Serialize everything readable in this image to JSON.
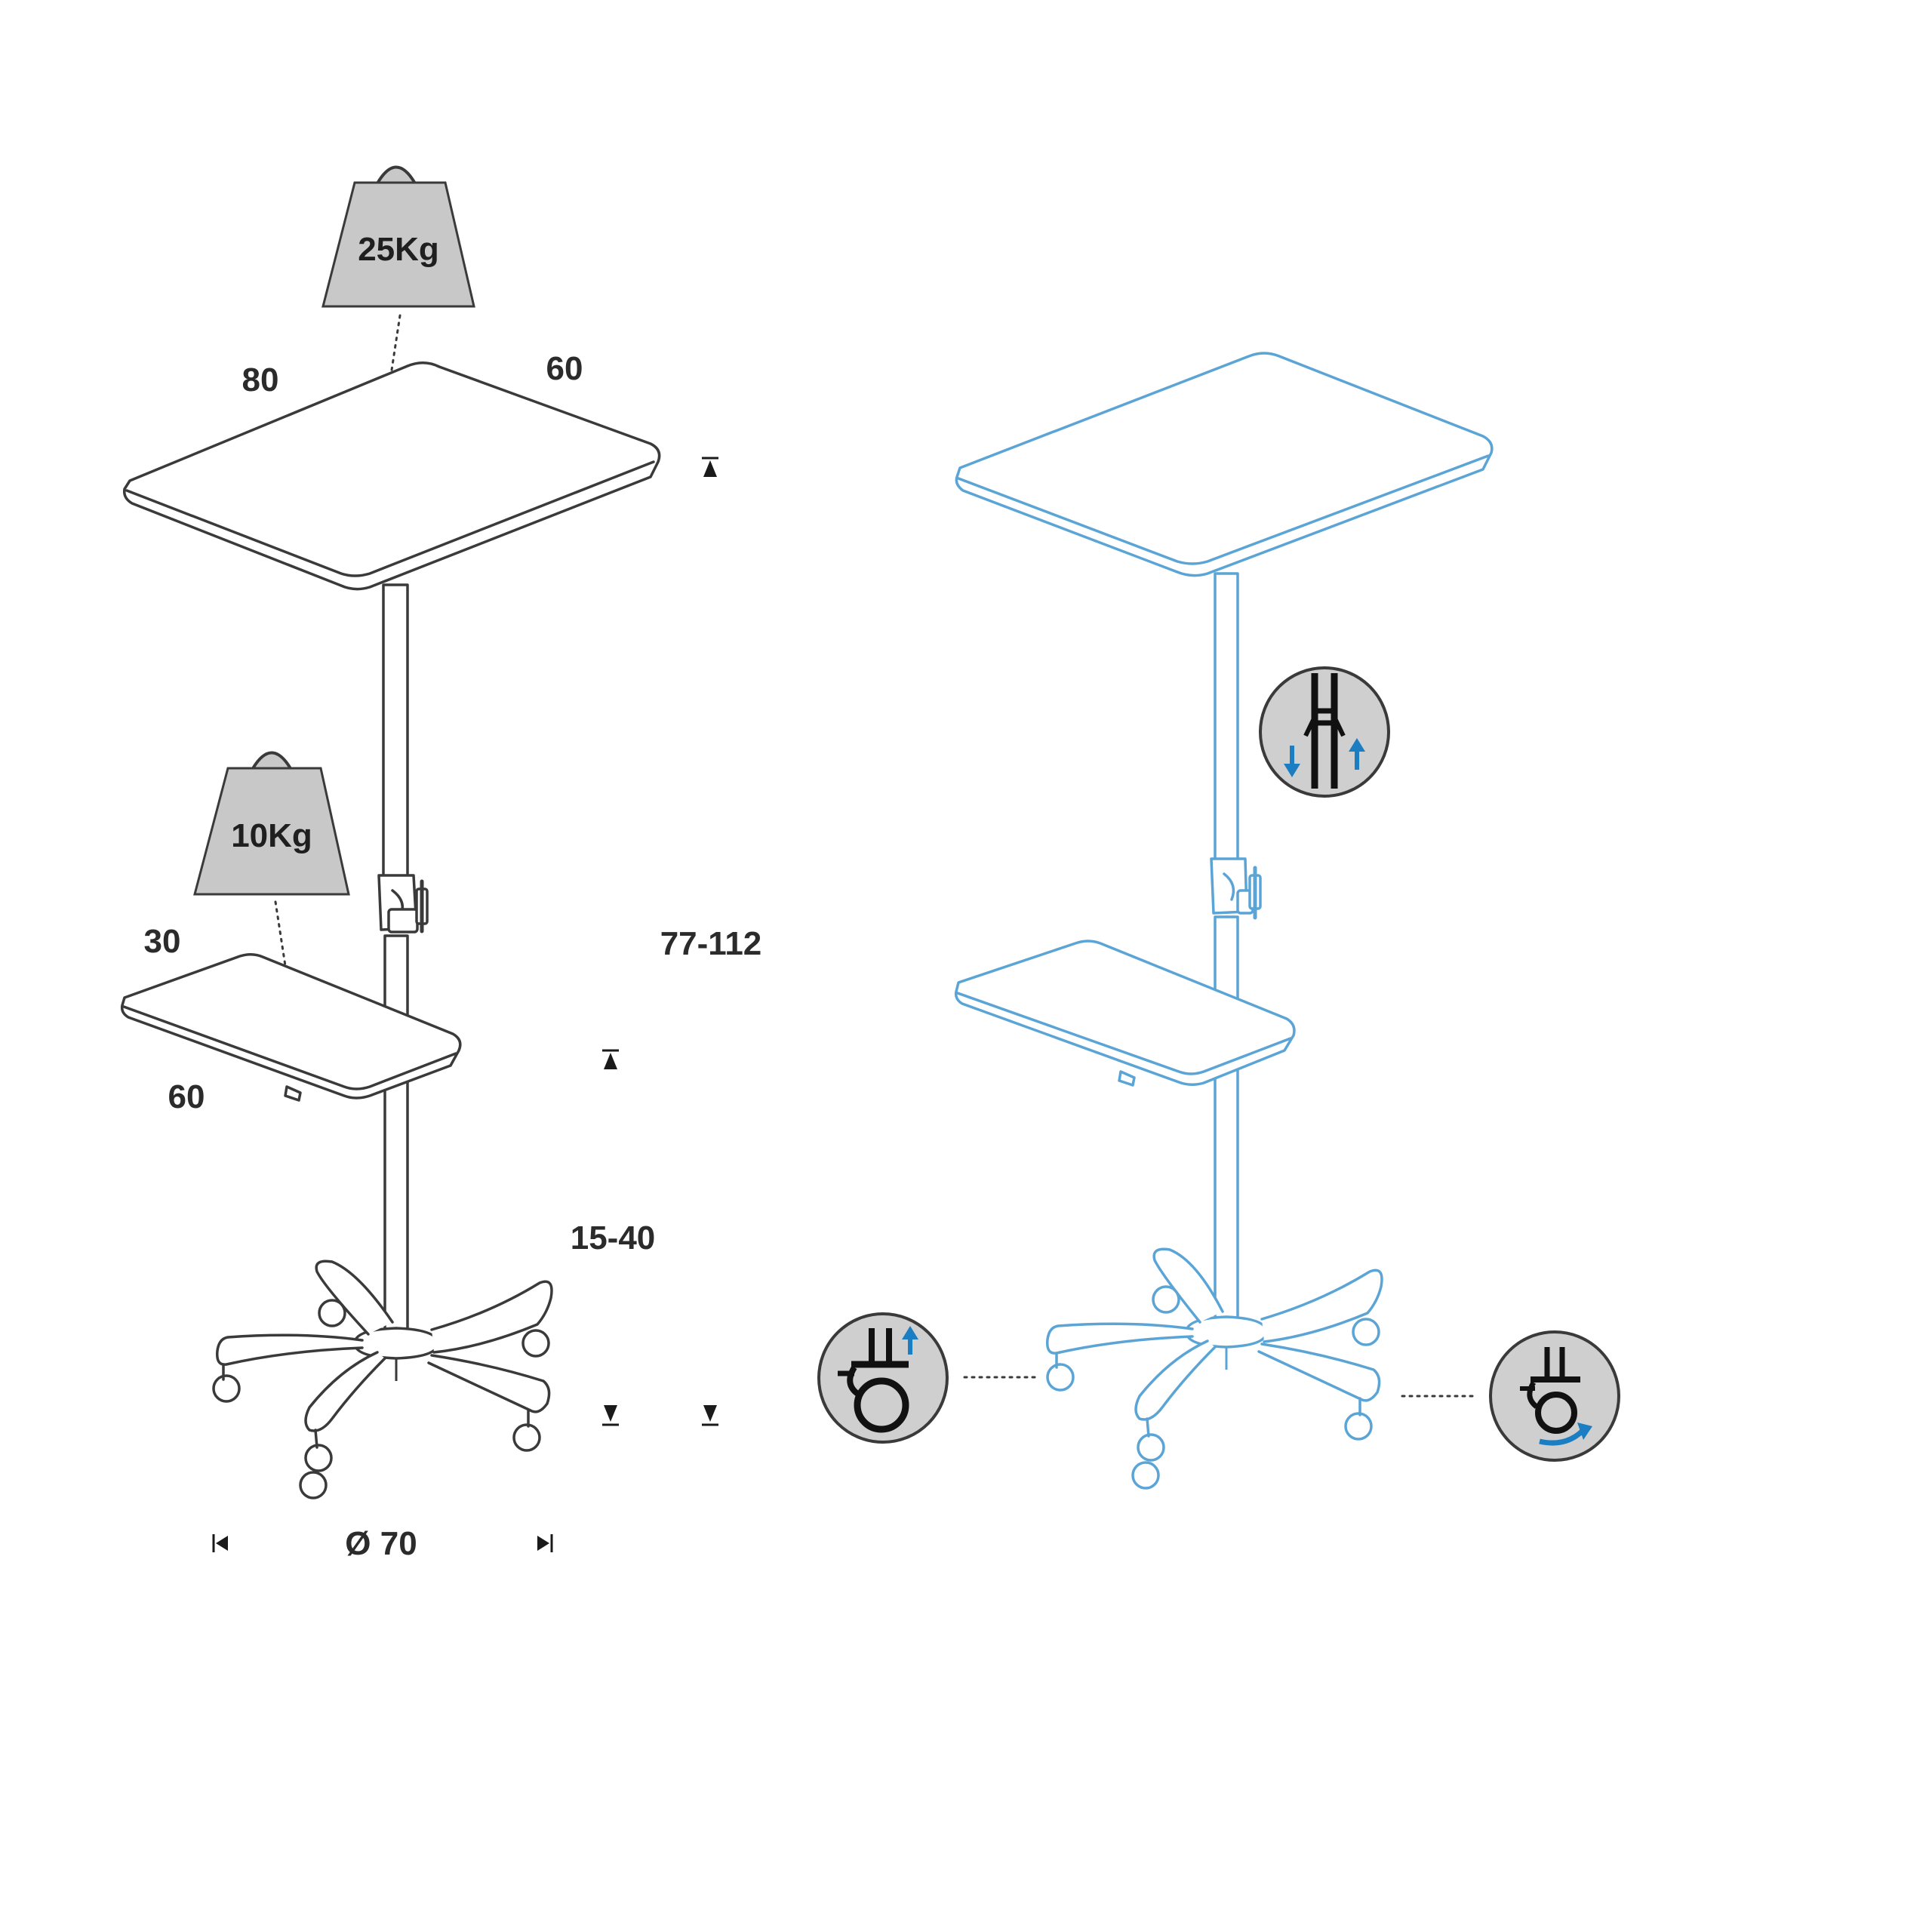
{
  "weights": {
    "top": "25Kg",
    "lower": "10Kg"
  },
  "dimensions": {
    "top_depth": "80",
    "top_width": "60",
    "lower_depth": "30",
    "lower_width": "60",
    "total_height": "77-112",
    "lower_height": "15-40",
    "base_diameter": "Ø 70"
  },
  "icons": {
    "height_adjust": "height-adjust-icon",
    "caster_lock": "caster-lock-icon",
    "caster_rotate": "caster-rotate-icon"
  },
  "colors": {
    "line_gray": "#3a3a3a",
    "line_blue": "#5ba4d6",
    "arrow_blue": "#1b7ec2",
    "weight_fill": "#c8c8c8",
    "icon_circle": "#cfcfcf"
  }
}
